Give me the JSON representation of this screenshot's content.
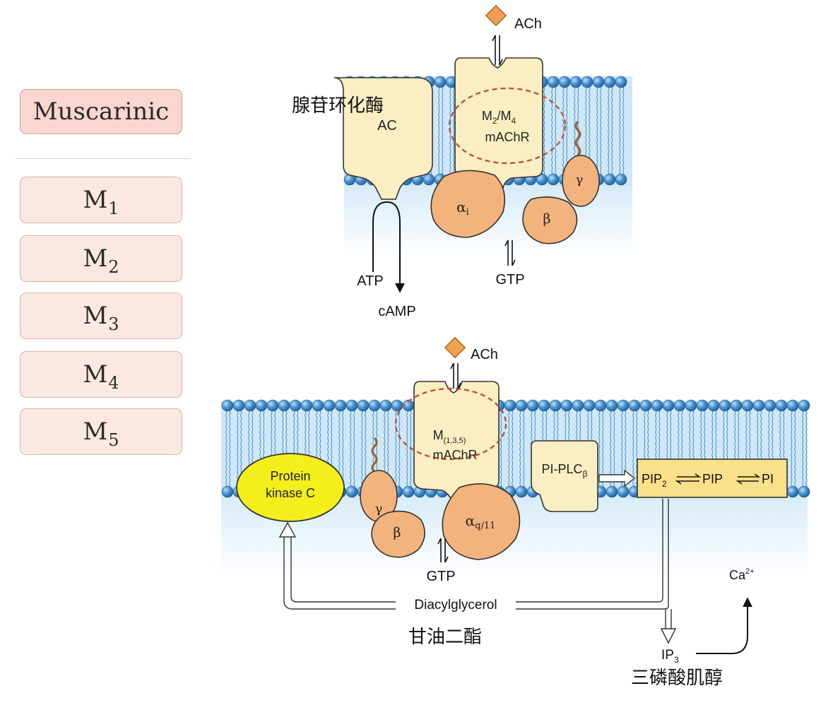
{
  "sidebar": {
    "title": "Muscarinic",
    "subtypes": [
      {
        "letter": "M",
        "index": "1"
      },
      {
        "letter": "M",
        "index": "2"
      },
      {
        "letter": "M",
        "index": "3"
      },
      {
        "letter": "M",
        "index": "4"
      },
      {
        "letter": "M",
        "index": "5"
      }
    ]
  },
  "top": {
    "ligand": "ACh",
    "ac_cn": "腺苷环化酶",
    "ac_label": "AC",
    "receptor_line1": "M",
    "receptor_sub1": "2",
    "receptor_sep": "/M",
    "receptor_sub2": "4",
    "receptor_line2": "mAChR",
    "alpha": "α",
    "alpha_sub": "i",
    "beta": "β",
    "gamma": "γ",
    "atp": "ATP",
    "camp": "cAMP",
    "gtp": "GTP"
  },
  "bottom": {
    "ligand": "ACh",
    "pkc_line1": "Protein",
    "pkc_line2": "kinase C",
    "receptor_line1": "M",
    "receptor_sub": "(1,3,5)",
    "receptor_line2": "mAChR",
    "alpha": "α",
    "alpha_sub": "q/11",
    "beta": "β",
    "gamma": "γ",
    "gtp": "GTP",
    "plc": "PI-PLC",
    "plc_sub": "β",
    "pip2": "PIP",
    "pip2_sub": "2",
    "pip": "PIP",
    "pi": "PI",
    "dag": "Diacylglycerol",
    "dag_cn": "甘油二酯",
    "ip3": "IP",
    "ip3_sub": "3",
    "ip3_cn": "三磷酸肌醇",
    "ca": "Ca",
    "ca_sup": "2+"
  },
  "colors": {
    "membrane_head": "#4a93cf",
    "membrane_bg": "#cfe7f7",
    "protein_fill": "#fbeec2",
    "gprotein_fill": "#f2b37c",
    "pkc_fill": "#f4ee1c",
    "ach_fill": "#f0a050",
    "dashed_outline": "#c0503a"
  }
}
